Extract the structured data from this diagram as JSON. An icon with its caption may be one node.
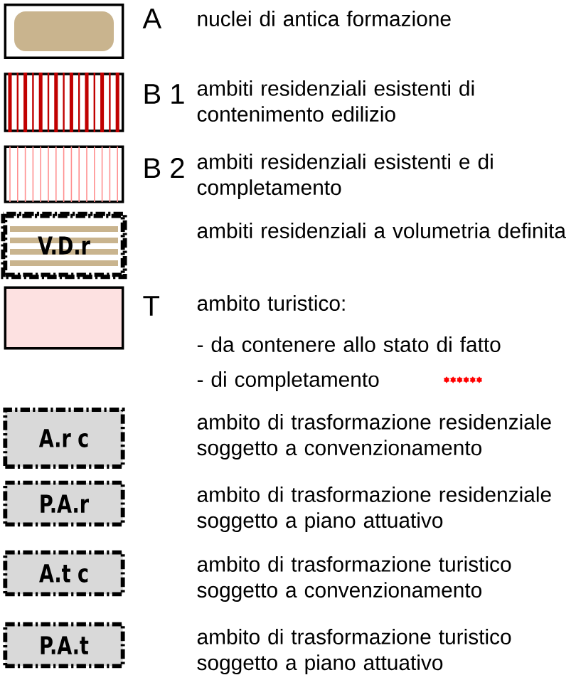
{
  "diagram": {
    "nodes": [
      {
        "text": [],
        "shape": "box",
        "beside": [
          "A",
          "nuclei di antica formazione"
        ]
      },
      {
        "text": [],
        "shape": "box",
        "beside": [
          "B 1",
          "ambiti residenziali esistenti di contenimento edilizio"
        ]
      },
      {
        "text": [],
        "shape": "box",
        "beside": [
          "B 2",
          "ambiti residenziali esistenti e di completamento"
        ]
      },
      {
        "text": [
          "V.D.r"
        ]
      },
      {
        "text": [],
        "shape": "box",
        "beside": [
          "T",
          "ambito turistico:",
          "- da contenere allo stato di fatto",
          "- di completamento"
        ]
      },
      {
        "text": [
          "A.r c"
        ]
      },
      {
        "text": [
          "P.A.r"
        ]
      },
      {
        "text": [
          "A.t c"
        ]
      },
      {
        "text": [
          "P.A.t"
        ]
      }
    ],
    "labels": [
      "ambiti residenziali a volumetria definita",
      "ambito di trasformazione residenziale soggetto a convenzionamento",
      "ambito di trasformazione residenziale soggetto a piano attuativo",
      "ambito di trasformazione turistico soggetto a convenzionamento",
      "ambito di trasformazione turistico soggetto a piano attuativo"
    ]
  }
}
